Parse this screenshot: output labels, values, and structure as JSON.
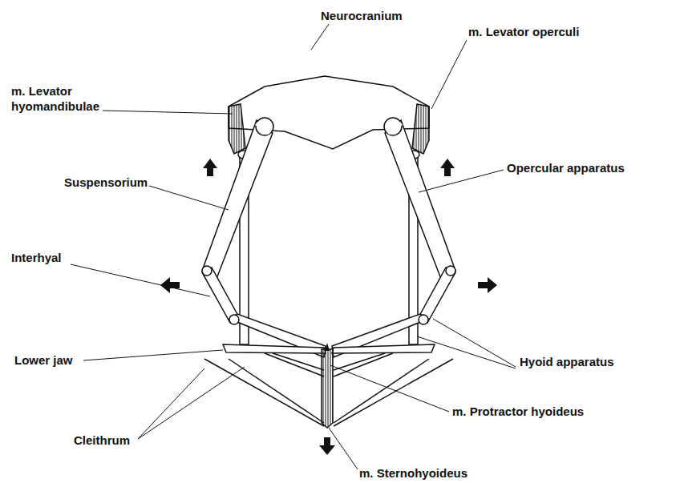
{
  "diagram": {
    "labels": [
      "Neurocranium",
      "m. Levator hyomandibulae",
      "m. Levator operculi",
      "Opercular apparatus",
      "Suspensorium",
      "Interhyal",
      "Lower jaw",
      "Hyoid apparatus",
      "m. Protractor hyoideus",
      "Cleithrum",
      "m. Sternohyoideus"
    ]
  }
}
